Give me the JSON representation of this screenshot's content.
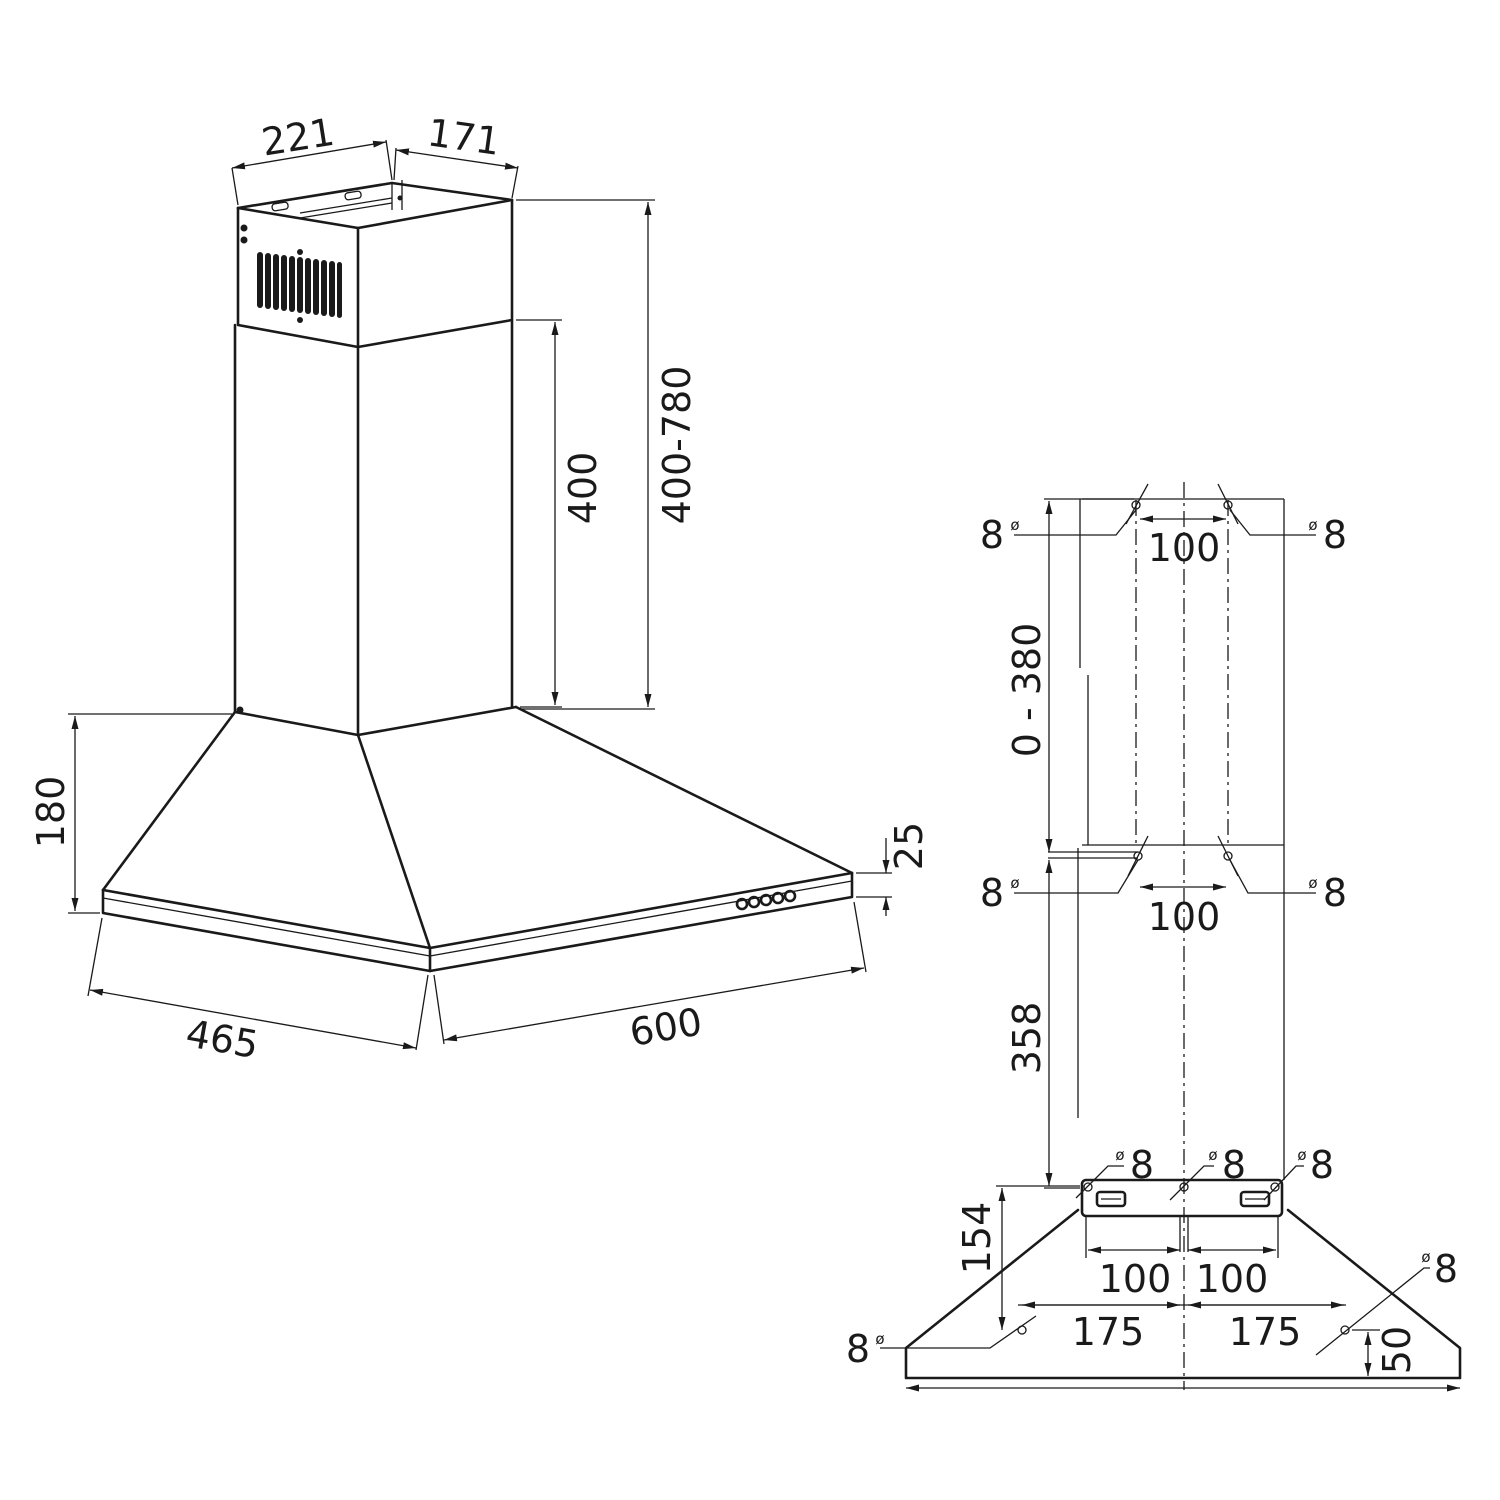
{
  "left_view": {
    "dims": {
      "chimney_depth": "221",
      "chimney_width": "171",
      "upper_chimney": "400",
      "chimney_range": "400-780",
      "hood_height": "180",
      "front_edge": "25",
      "hood_depth": "465",
      "hood_width": "600"
    }
  },
  "right_view": {
    "diameter_symbol": "ø",
    "top_left_hole": "8",
    "top_right_hole": "8",
    "top_spacing": "100",
    "mid_left_hole": "8",
    "mid_right_hole": "8",
    "mid_spacing": "100",
    "upper_range": "0 - 380",
    "middle_height": "358",
    "bracket_hole_left": "8",
    "bracket_hole_center": "8",
    "bracket_hole_right": "8",
    "bracket_height": "154",
    "bracket_spacing_left": "100",
    "bracket_spacing_right": "100",
    "hood_hole_left": "8",
    "hood_hole_right": "8",
    "hood_spacing_left": "175",
    "hood_spacing_right": "175",
    "hood_edge_height": "50"
  }
}
